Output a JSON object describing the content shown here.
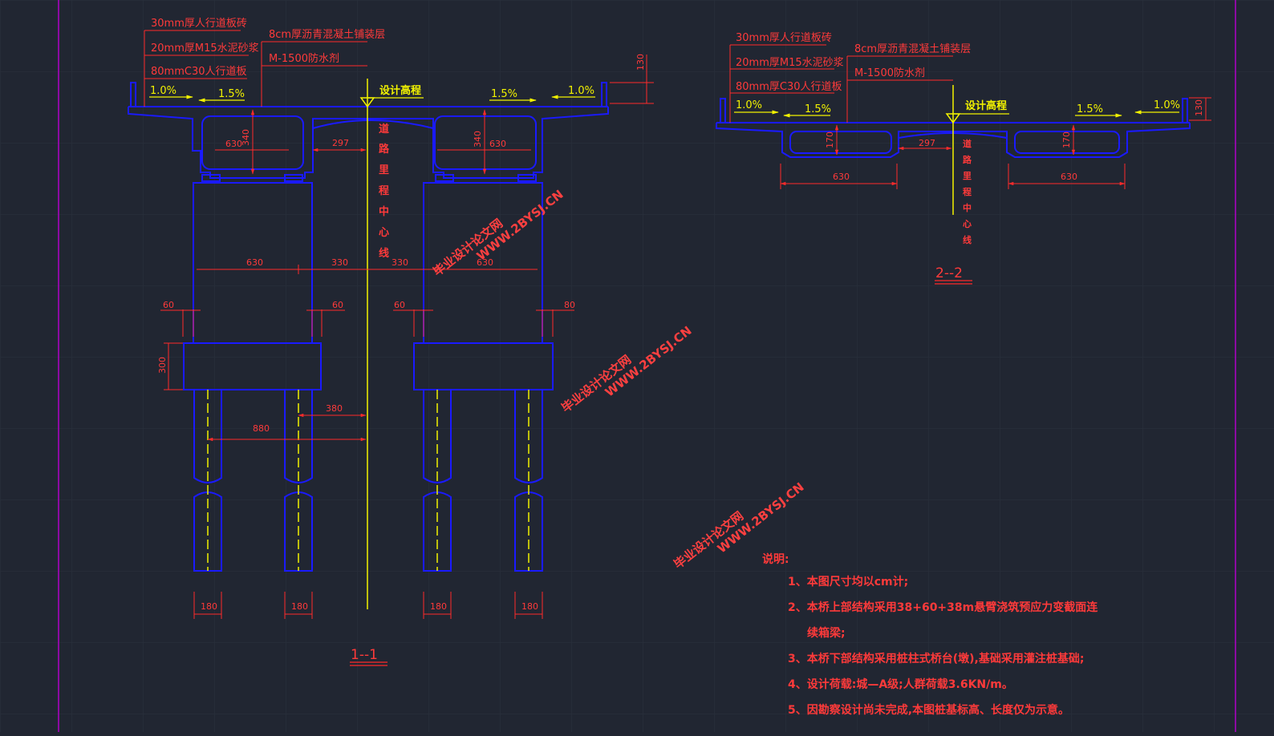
{
  "colors": {
    "background": "#212632",
    "grid": "#2b313d",
    "structure": "#1a1aff",
    "dimension": "#ff2b2b",
    "centerline": "#f2f200",
    "frame": "#b000c8"
  },
  "section1": {
    "layers": [
      "30mm厚人行道板砖",
      "20mm厚M15水泥砂浆",
      "80mmC30人行道板"
    ],
    "pave1": "8cm厚沥青混凝土铺装层",
    "pave2": "M-1500防水剂",
    "elev": "设计高程",
    "slope_l1": "1.0%",
    "slope_l2": "1.5%",
    "slope_r1": "1.5%",
    "slope_r2": "1.0%",
    "dim_130": "130",
    "dim_630a": "630",
    "dim_340a": "340",
    "dim_297": "297",
    "dim_340b": "340",
    "dim_630b": "630",
    "centerline_text": [
      "道",
      "路",
      "里",
      "程",
      "中",
      "心",
      "线"
    ],
    "dim_row": [
      "630",
      "330",
      "330",
      "630"
    ],
    "dim_60a": "60",
    "dim_60b": "60",
    "dim_60c": "60",
    "dim_80": "80",
    "dim_300": "300",
    "dim_380": "380",
    "dim_880": "880",
    "pile_dims": [
      "180",
      "180",
      "180",
      "180"
    ],
    "title": "1--1"
  },
  "section2": {
    "layers": [
      "30mm厚人行道板砖",
      "20mm厚M15水泥砂浆",
      "80mm厚C30人行道板"
    ],
    "pave1": "8cm厚沥青混凝土铺装层",
    "pave2": "M-1500防水剂",
    "elev": "设计高程",
    "slope_l1": "1.0%",
    "slope_l2": "1.5%",
    "slope_r1": "1.5%",
    "slope_r2": "1.0%",
    "dim_130": "130",
    "dim_170a": "170",
    "dim_297": "297",
    "dim_170b": "170",
    "dim_630a": "630",
    "dim_630b": "630",
    "centerline_text": [
      "道",
      "路",
      "里",
      "程",
      "中",
      "心",
      "线"
    ],
    "title": "2--2"
  },
  "notes": {
    "heading": "说明:",
    "items": [
      "1、本图尺寸均以cm计;",
      "2、本桥上部结构采用38+60+38m悬臂浇筑预应力变截面连",
      "续箱梁;",
      "3、本桥下部结构采用桩柱式桥台(墩),基础采用灌注桩基础;",
      "4、设计荷载:城—A级;人群荷载3.6KN/m。",
      "5、因勘察设计尚未完成,本图桩基标高、长度仅为示意。"
    ]
  },
  "watermark": {
    "line1": "毕业设计论文网",
    "line2": "WWW.2BYSJ.CN"
  }
}
